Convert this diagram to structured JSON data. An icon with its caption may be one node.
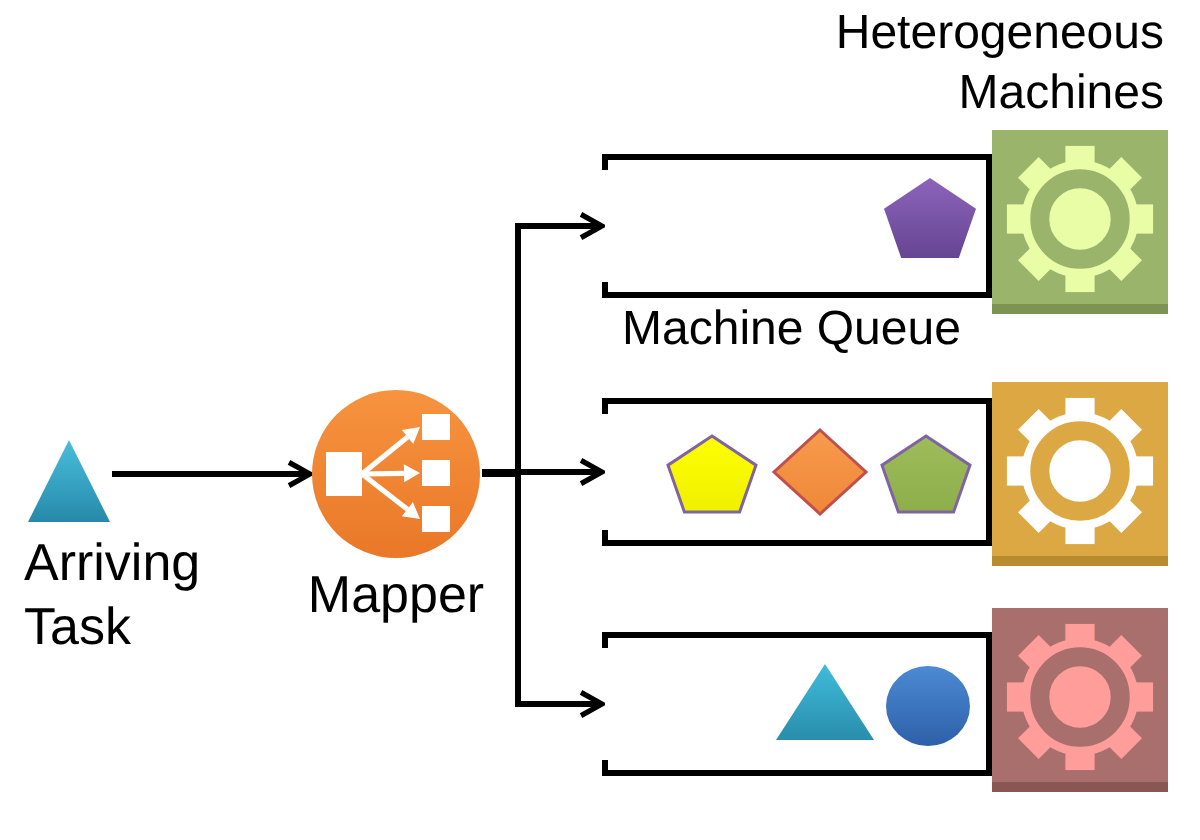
{
  "diagram": {
    "nodes": [
      {
        "text": [],
        "shape": "triangle",
        "beside": [
          "Arriving Task"
        ]
      },
      {
        "text": [],
        "shape": "circle",
        "beside": [
          "Mapper"
        ]
      },
      {
        "text": [],
        "shape": "box",
        "beside": [
          "Machine Queue"
        ]
      },
      {
        "text": [],
        "shape": "pentagon",
        "in": 2
      },
      {
        "text": [],
        "shape": "picture"
      },
      {
        "text": [],
        "shape": "box"
      },
      {
        "text": [],
        "shape": "pentagon",
        "in": 5
      },
      {
        "text": [],
        "shape": "diamond",
        "in": 5
      },
      {
        "text": [],
        "shape": "pentagon",
        "in": 5
      },
      {
        "text": [],
        "shape": "picture"
      },
      {
        "text": [],
        "shape": "box"
      },
      {
        "text": [],
        "shape": "triangle",
        "in": 10
      },
      {
        "text": [],
        "shape": "circle",
        "in": 10
      },
      {
        "text": [],
        "shape": "picture"
      }
    ],
    "edges": [
      {
        "from": 0,
        "to": 1,
        "arrow": "to"
      },
      {
        "from": 1,
        "to": 2,
        "arrow": "to"
      },
      {
        "from": 1,
        "to": 5,
        "arrow": "to"
      },
      {
        "from": 1,
        "to": 10,
        "arrow": "to"
      }
    ],
    "labels": [
      "Heterogeneous Machines"
    ]
  }
}
